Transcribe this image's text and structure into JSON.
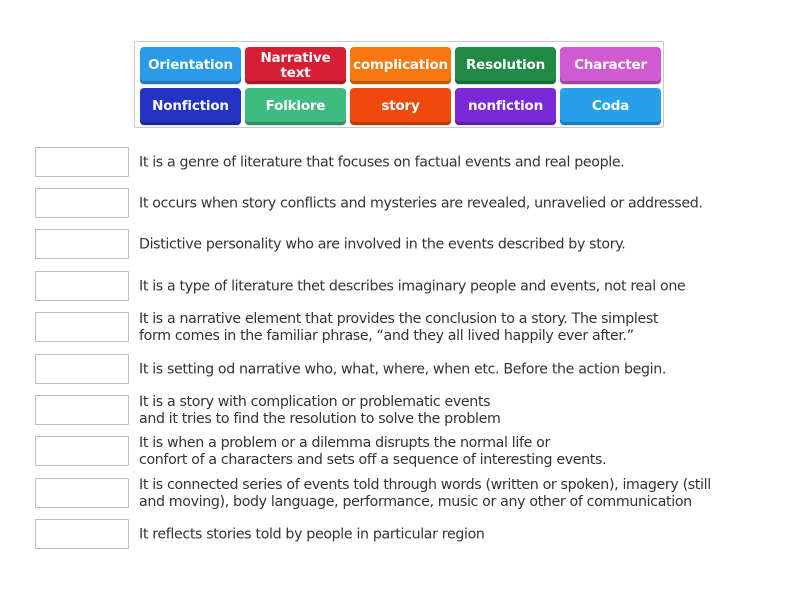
{
  "tiles": [
    {
      "label": "Orientation",
      "color": "#2b9be8"
    },
    {
      "label": "Narrative\ntext",
      "color": "#d81e35"
    },
    {
      "label": "complication",
      "color": "#f6780f"
    },
    {
      "label": "Resolution",
      "color": "#1e8a46"
    },
    {
      "label": "Character",
      "color": "#d05ad2"
    },
    {
      "label": "Nonfiction",
      "color": "#2334c4"
    },
    {
      "label": "Folklore",
      "color": "#3fba80"
    },
    {
      "label": "story",
      "color": "#ef4a0d"
    },
    {
      "label": "nonfiction",
      "color": "#7a28d8"
    },
    {
      "label": "Coda",
      "color": "#27a0ec"
    }
  ],
  "rows": [
    {
      "text": "It is a genre of literature that focuses on factual events and real people."
    },
    {
      "text": "It occurs when story conflicts and mysteries are revealed, unravelied or addressed."
    },
    {
      "text": "Distictive personality who are involved in the events described by story."
    },
    {
      "text": "It is a type of literature thet describes imaginary people and events, not real one"
    },
    {
      "text": "It is a narrative element that provides the conclusion to a story. The simplest\nform comes in the familiar phrase, “and they all lived happily ever after.”"
    },
    {
      "text": "It is setting od narrative who, what, where, when etc. Before the action begin."
    },
    {
      "text": "It is a story with complication or problematic events\nand it tries to find the resolution to solve the problem"
    },
    {
      "text": "It is when a problem or a dilemma disrupts the normal life or\nconfort of a characters and sets off a sequence of interesting events."
    },
    {
      "text": "It is connected series of events told through words (written or spoken), imagery (still\nand moving), body language, performance, music or any other of communication"
    },
    {
      "text": "It reflects stories told by people in particular region"
    }
  ]
}
